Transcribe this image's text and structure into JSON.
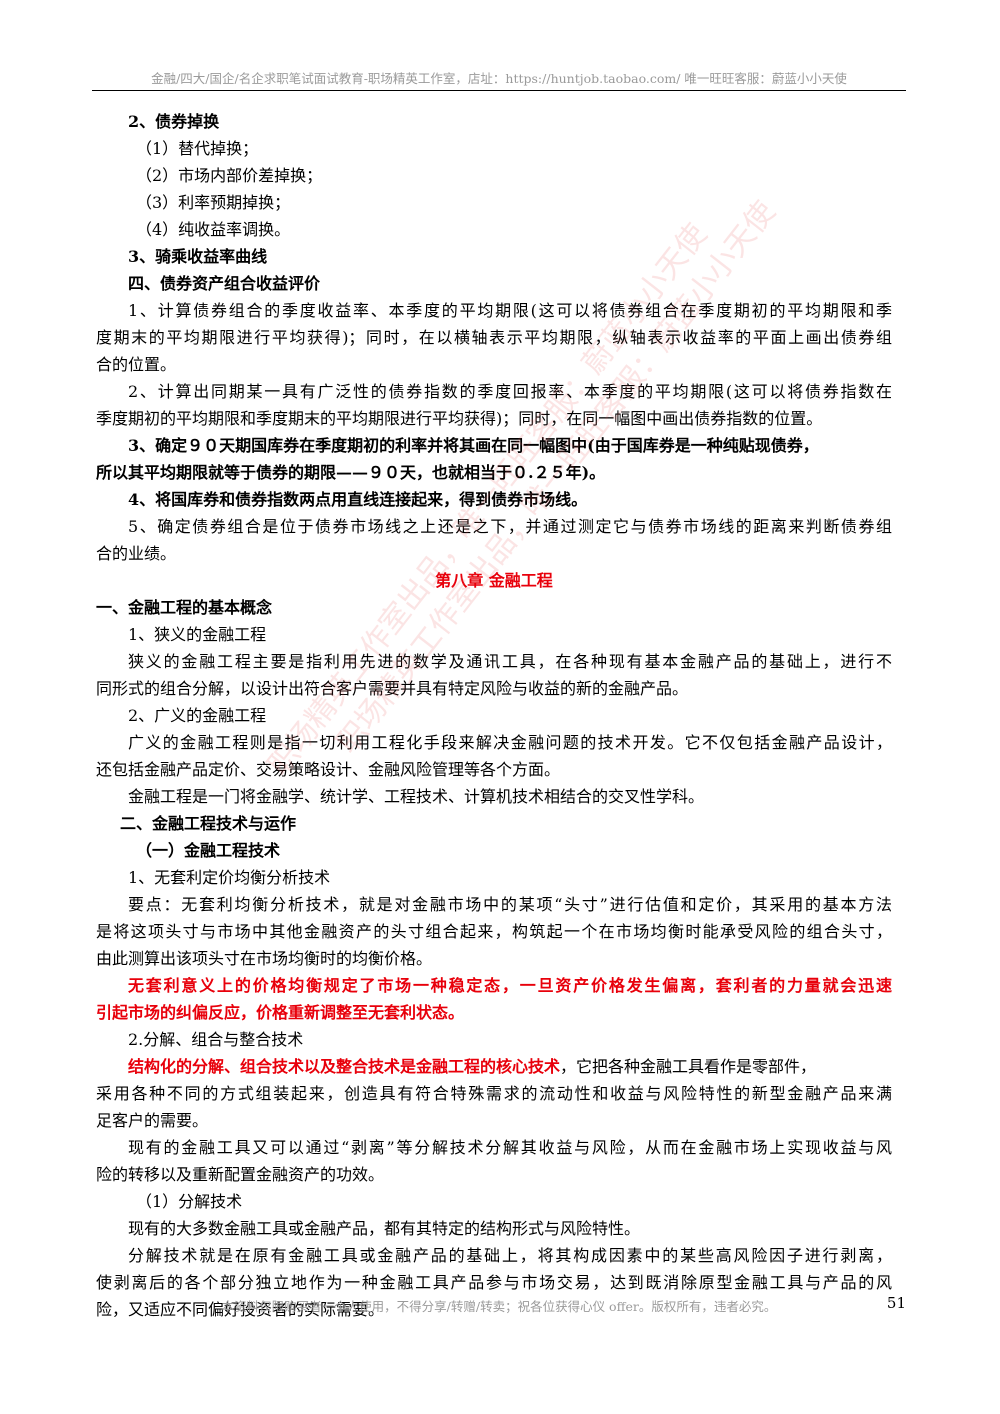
{
  "header": {
    "text": "金融/四大/国企/名企求职笔试面试教育-职场精英工作室，店址：https://huntjob.taobao.com/  唯一旺旺客服：蔚蓝小小天使"
  },
  "lines": [
    "2、债券掉换",
    "（1）替代掉换；",
    "（2）市场内部价差掉换；",
    "（3）利率预期掉换；",
    "（4）纯收益率调换。",
    "3、骑乘收益率曲线",
    "四、债券资产组合收益评价",
    "1、计算债券组合的季度收益率、本季度的平均期限(这可以将债券组合在季度期初的平均期限和季",
    "度期末的平均期限进行平均获得)；同时，在以横轴表示平均期限，纵轴表示收益率的平面上画出债券组",
    "合的位置。",
    "2、计算出同期某一具有广泛性的债券指数的季度回报率、本季度的平均期限(这可以将债券指数在",
    "季度期初的平均期限和季度期末的平均期限进行平均获得)；同时，在同一幅图中画出债券指数的位置。",
    "3、确定９０天期国库券在季度期初的利率并将其画在同一幅图中(由于国库券是一种纯贴现债券，",
    "所以其平均期限就等于债券的期限——９０天，也就相当于０.２５年)。",
    "4、将国库券和债券指数两点用直线连接起来，得到债券市场线。",
    "5、确定债券组合是位于债券市场线之上还是之下，并通过测定它与债券市场线的距离来判断债券组",
    "合的业绩。",
    "第八章  金融工程",
    "一、金融工程的基本概念",
    "1、狭义的金融工程",
    "狭义的金融工程主要是指利用先进的数学及通讯工具，在各种现有基本金融产品的基础上，进行不",
    "同形式的组合分解，以设计出符合客户需要并具有特定风险与收益的新的金融产品。",
    "2、广义的金融工程",
    "广义的金融工程则是指一切利用工程化手段来解决金融问题的技术开发。它不仅包括金融产品设计，",
    "还包括金融产品定价、交易策略设计、金融风险管理等各个方面。",
    "金融工程是一门将金融学、统计学、工程技术、计算机技术相结合的交叉性学科。",
    "二、金融工程技术与运作",
    "（一）金融工程技术",
    "1、无套利定价均衡分析技术",
    "要点：无套利均衡分析技术，就是对金融市场中的某项“头寸”进行估值和定价，其采用的基本方法",
    "是将这项头寸与市场中其他金融资产的头寸组合起来，构筑起一个在市场均衡时能承受风险的组合头寸，",
    "由此测算出该项头寸在市场均衡时的均衡价格。",
    "无套利意义上的价格均衡规定了市场一种稳定态，一旦资产价格发生偏离，套利者的力量就会迅速",
    "引起市场的纠偏反应，价格重新调整至无套利状态。",
    "2.分解、组合与整合技术",
    "结构化的分解、组合技术以及整合技术是金融工程的核心技术",
    "，它把各种金融工具看作是零部件，",
    "采用各种不同的方式组装起来，创造具有符合特殊需求的流动性和收益与风险特性的新型金融产品来满",
    "足客户的需要。",
    "现有的金融工具又可以通过“剥离”等分解技术分解其收益与风险，从而在金融市场上实现收益与风",
    "险的转移以及重新配置金融资产的功效。",
    "（1）分解技术",
    "现有的大多数金融工具或金融产品，都有其特定的结构形式与风险特性。",
    "分解技术就是在原有金融工具或金融产品的基础上，将其构成因素中的某些高风险因子进行剥离，",
    "使剥离后的各个部分独立地作为一种金融工具产品参与市场交易，达到既消除原型金融工具与产品的风",
    "险，又适应不同偏好投资者的实际需要。"
  ],
  "watermark": {
    "line1": "职场精英工作室出品，唯一旺旺客服：蔚蓝小小天使",
    "line2": "职场精英工作室出品，唯一旺旺客服：蔚蓝小小天使"
  },
  "footer": {
    "text": "本资料仅限购买者一个人使用，不得分享/转赠/转卖；祝各位获得心仪 offer。版权所有，违者必究。",
    "page_number": "51"
  }
}
